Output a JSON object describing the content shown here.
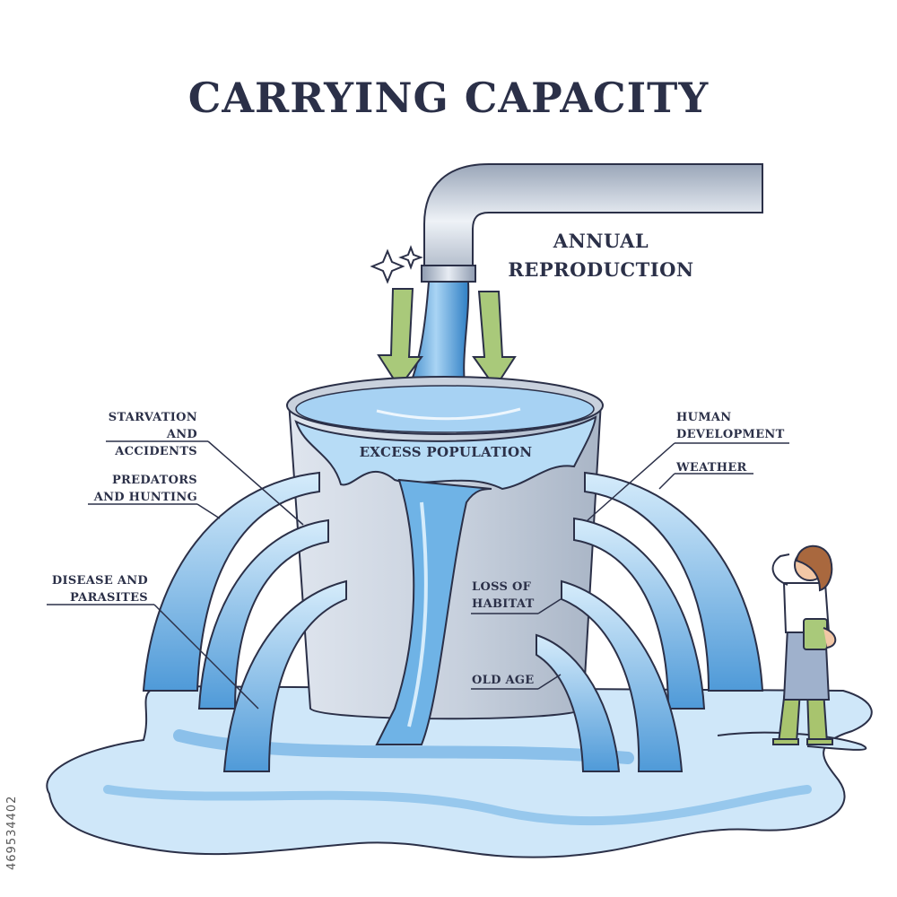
{
  "title": "CARRYING CAPACITY",
  "inflow_label": "ANNUAL\nREPRODUCTION",
  "container_label": "EXCESS POPULATION",
  "outflows_left": {
    "starvation": "STARVATION\nAND ACCIDENTS",
    "predators": "PREDATORS\nAND HUNTING",
    "disease": "DISEASE AND\nPARASITES"
  },
  "outflows_right": {
    "human_development": "HUMAN\nDEVELOPMENT",
    "weather": "WEATHER",
    "loss_of_habitat": "LOSS OF\nHABITAT",
    "old_age": "OLD AGE"
  },
  "stock_id": "469534402",
  "colors": {
    "ink": "#2b3048",
    "water_light": "#bfe0f7",
    "water_mid": "#6fb3e6",
    "water_dark": "#2f7fc4",
    "arrow_green": "#a9c97a",
    "bucket_gray": "#c3ccd9"
  }
}
